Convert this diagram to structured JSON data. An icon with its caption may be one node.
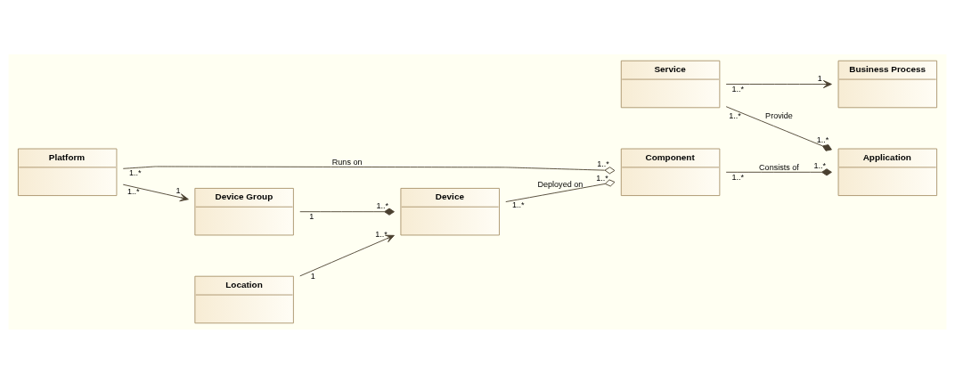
{
  "diagram": {
    "nodes": [
      {
        "text": [
          "Application"
        ]
      },
      {
        "text": [
          "Service"
        ]
      },
      {
        "text": [
          "Component"
        ]
      },
      {
        "text": [
          "Platform"
        ]
      },
      {
        "text": [
          "Device Group"
        ]
      },
      {
        "text": [
          "Business Process"
        ]
      },
      {
        "text": [
          "Device"
        ]
      },
      {
        "text": [
          "Location"
        ]
      }
    ],
    "edges": [
      {
        "from": 1,
        "to": 0,
        "arrow": "other",
        "label": "Provide"
      },
      {
        "from": 2,
        "to": 0,
        "arrow": "other",
        "label": "Consists of"
      },
      {
        "from": 3,
        "to": 2,
        "arrow": "other",
        "label": "Runs on"
      },
      {
        "from": 6,
        "to": 2,
        "arrow": "other",
        "label": "Deployed on"
      },
      {
        "from": 3,
        "to": 4,
        "arrow": "to"
      },
      {
        "from": 4,
        "to": 6,
        "arrow": "other"
      },
      {
        "from": 1,
        "to": 5,
        "arrow": "to"
      },
      {
        "from": 7,
        "to": 6,
        "arrow": "to"
      }
    ],
    "labels": [
      "1..*",
      "1..*",
      "1..*",
      "1..*",
      "1..*",
      "1..*",
      "1..*",
      "1..*",
      "1..*",
      "1",
      "1",
      "1..*",
      "1..*",
      "1",
      "1",
      "1..*"
    ]
  }
}
